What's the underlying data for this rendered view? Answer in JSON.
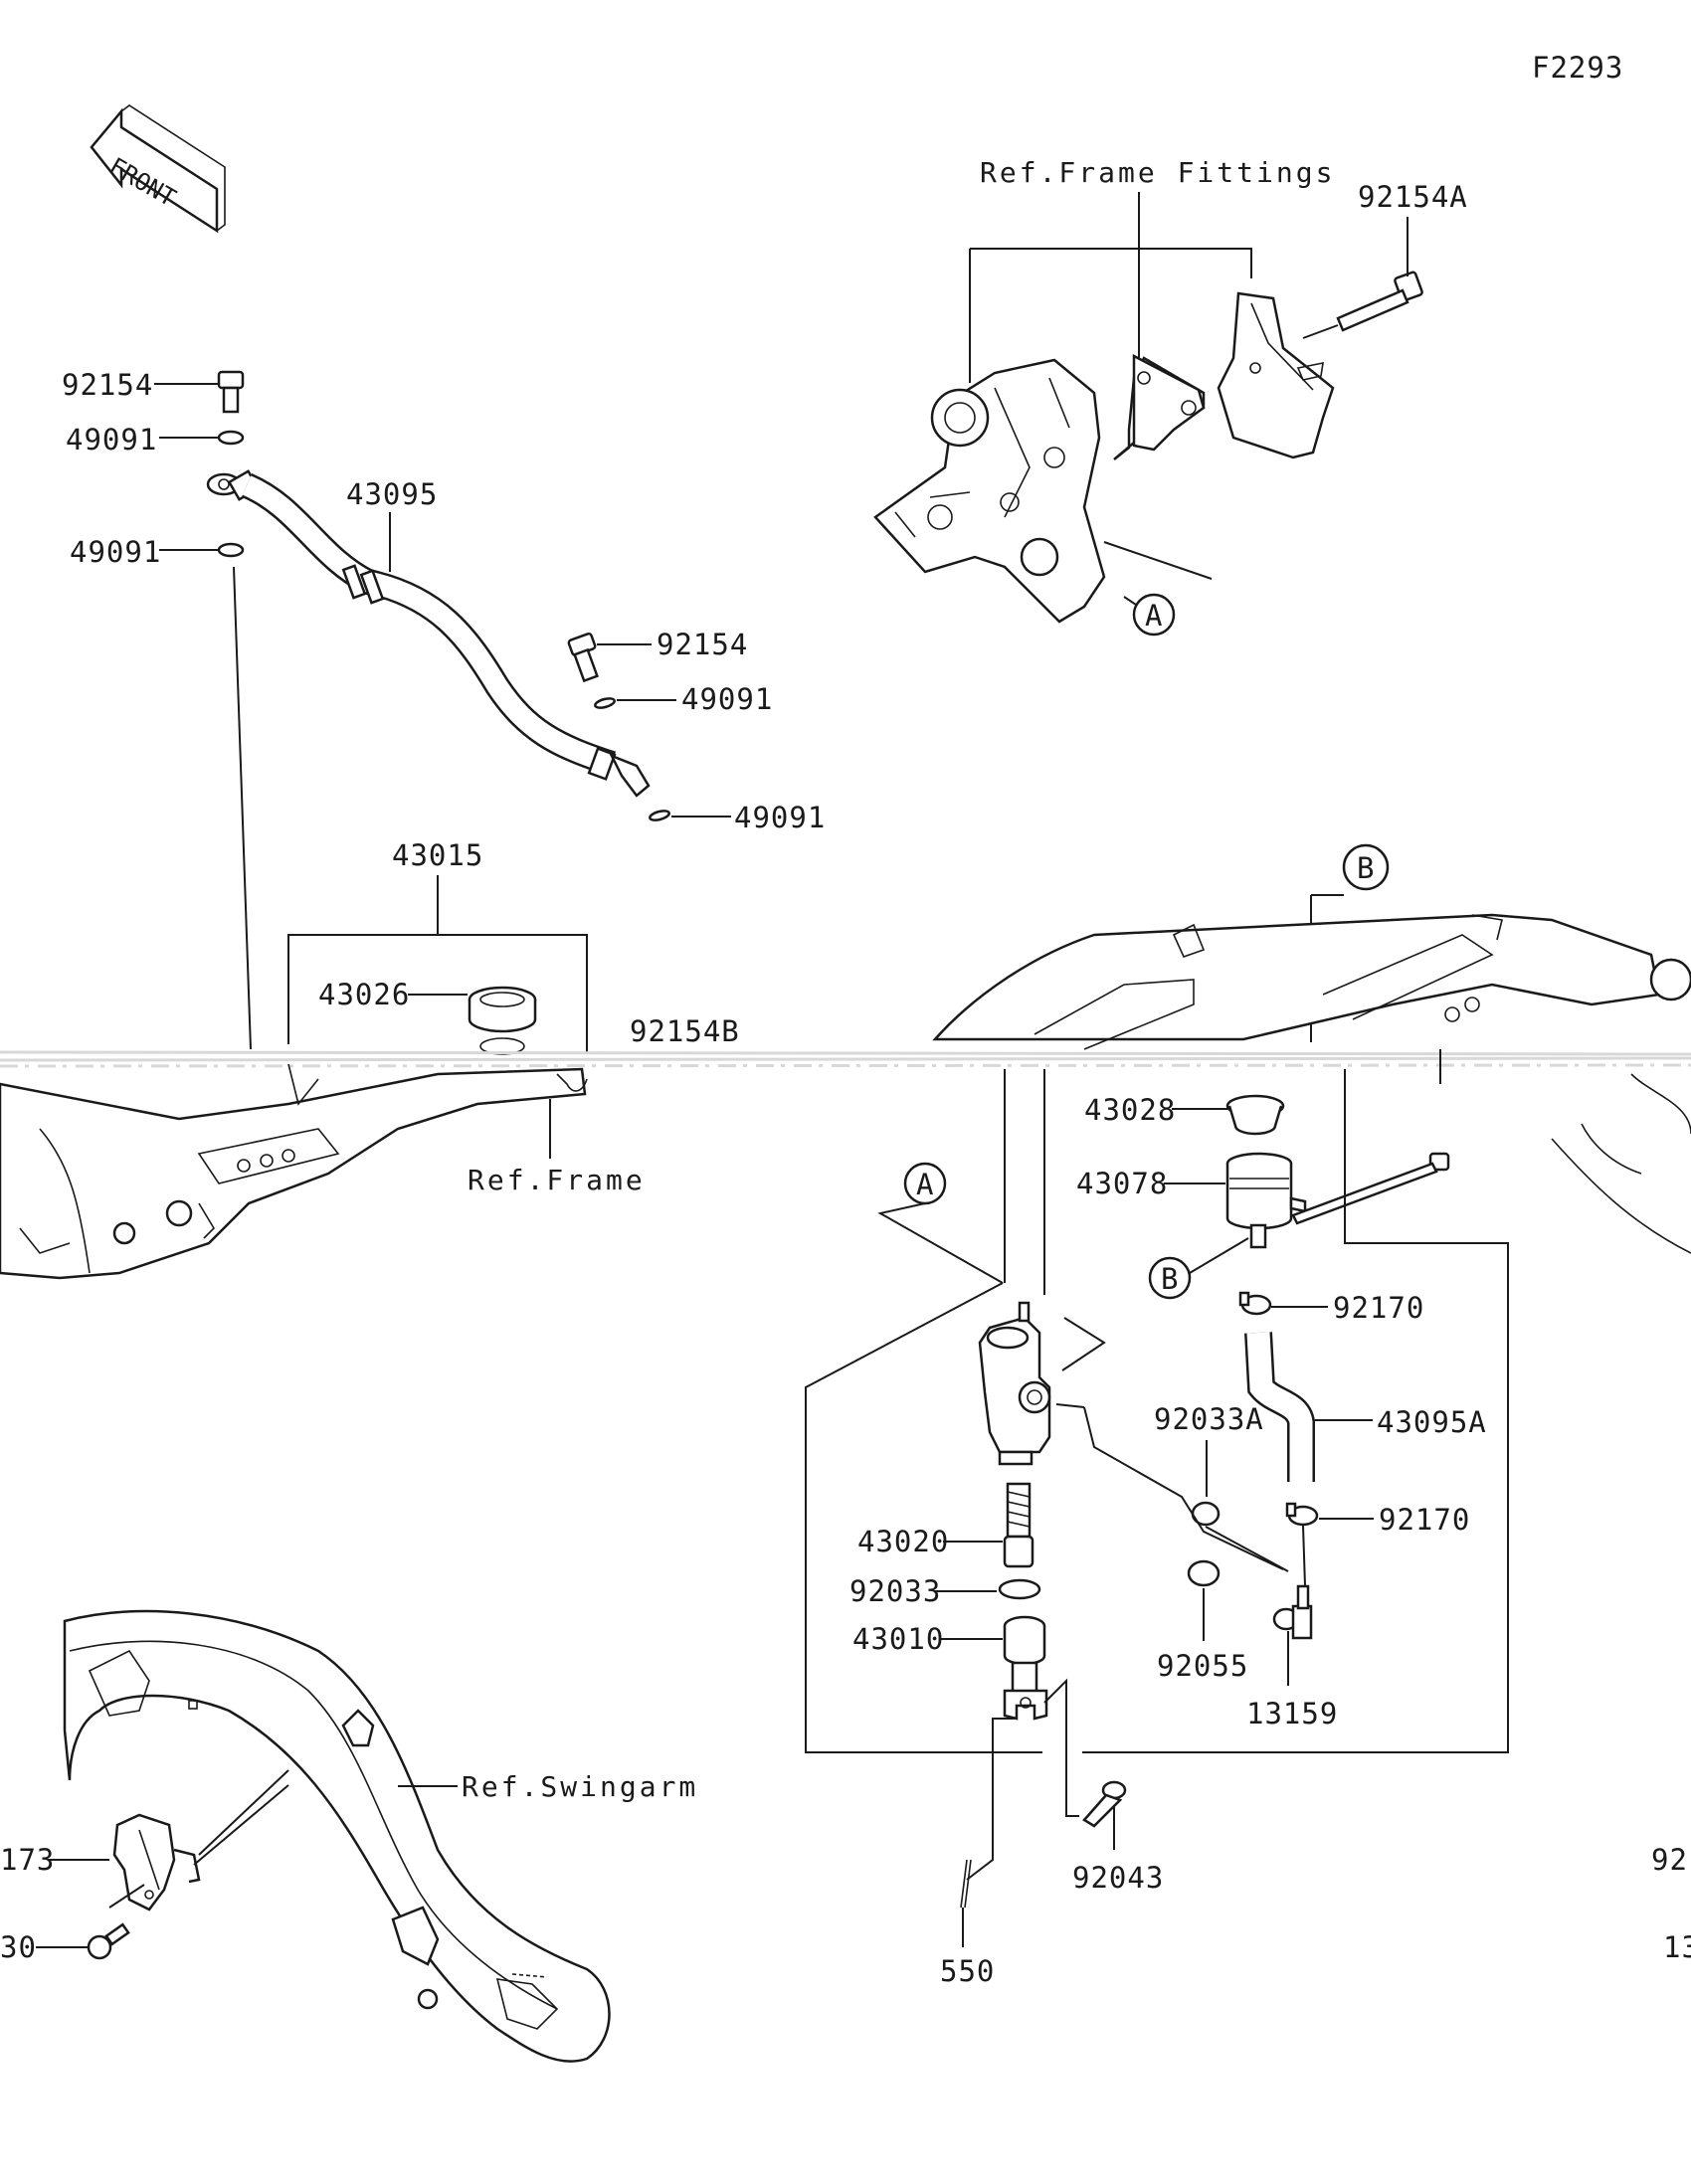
{
  "diagram": {
    "figure_code": "F2293",
    "front_arrow_text": "FRONT",
    "callouts": {
      "ref_frame_fittings": "Ref.Frame Fittings",
      "ref_frame": "Ref.Frame",
      "ref_swingarm": "Ref.Swingarm",
      "marker_a": "A",
      "marker_b": "B"
    },
    "parts": {
      "p92154A": "92154A",
      "p92154_top": "92154",
      "p49091_top": "49091",
      "p49091_lower": "49091",
      "p43095": "43095",
      "p92154_mid": "92154",
      "p49091_mid1": "49091",
      "p49091_mid2": "49091",
      "p43015": "43015",
      "p43026": "43026",
      "p92154B": "92154B",
      "p43028": "43028",
      "p43078": "43078",
      "p92170_top": "92170",
      "p92033A": "92033A",
      "p43095A": "43095A",
      "p92170_bot": "92170",
      "p43020": "43020",
      "p92033": "92033",
      "p43010": "43010",
      "p92055": "92055",
      "p13159": "13159",
      "p92043": "92043",
      "p550": "550",
      "p173_cut": "173",
      "p30_cut": "30",
      "p92_cut": "92",
      "p13_cut": "13"
    }
  }
}
